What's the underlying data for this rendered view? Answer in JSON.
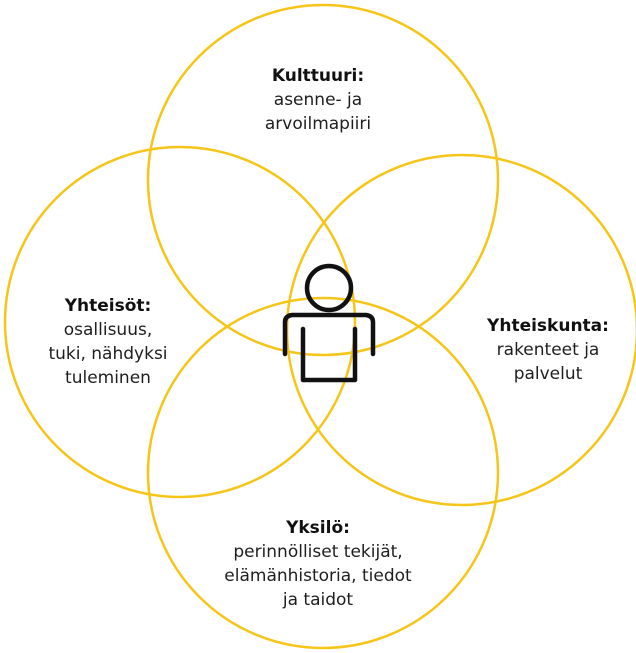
{
  "colors": {
    "circle_stroke": "#f5c518",
    "person_stroke": "#111111",
    "text": "#1e1e1e"
  },
  "icons": {
    "center": "person-icon"
  },
  "circles": {
    "top": {
      "title": "Kulttuuri:",
      "lines": [
        "asenne- ja",
        "arvoilmapiiri"
      ]
    },
    "left": {
      "title": "Yhteisöt:",
      "lines": [
        "osallisuus,",
        "tuki, nähdyksi",
        "tuleminen"
      ]
    },
    "right": {
      "title": "Yhteiskunta:",
      "lines": [
        "rakenteet ja",
        "palvelut"
      ]
    },
    "bottom": {
      "title": "Yksilö:",
      "lines": [
        "perinnölliset tekijät,",
        "elämänhistoria, tiedot",
        "ja taidot"
      ]
    }
  }
}
